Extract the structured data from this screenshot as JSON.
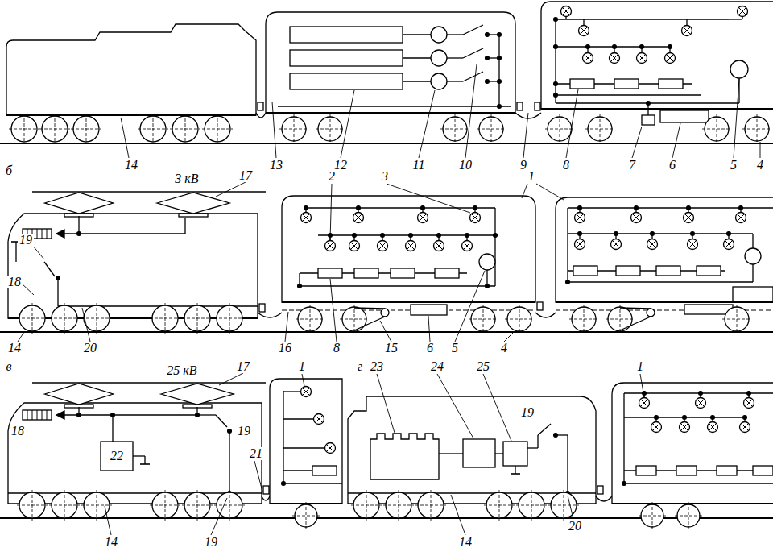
{
  "diagram": {
    "labels": [
      "14",
      "13",
      "12",
      "11",
      "10",
      "9",
      "8",
      "7",
      "6",
      "5",
      "4",
      "б",
      "3 кВ",
      "17",
      "2",
      "3",
      "1",
      "19",
      "18",
      "14",
      "20",
      "16",
      "8",
      "15",
      "6",
      "5",
      "4",
      "в",
      "25 кВ",
      "17",
      "1",
      "г",
      "23",
      "24",
      "25",
      "1",
      "18",
      "22",
      "19",
      "21",
      "19",
      "14",
      "19",
      "14",
      "20"
    ]
  }
}
